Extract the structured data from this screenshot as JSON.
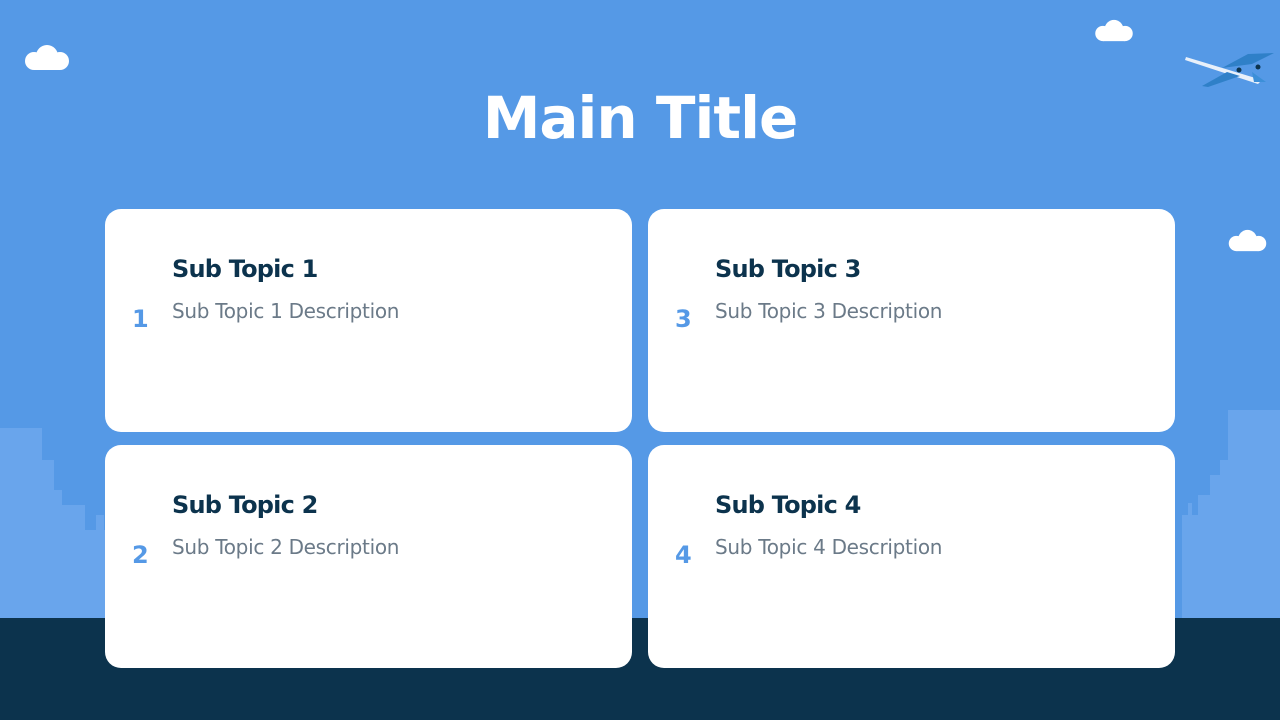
{
  "slide": {
    "title": "Main Title",
    "colors": {
      "sky": "#5599e6",
      "ground": "#0c334d",
      "card": "#ffffff",
      "heading": "#0c334d",
      "number": "#5599e6",
      "description": "#6b7a88"
    },
    "cards": [
      {
        "number": "1",
        "title": "Sub Topic 1",
        "description": "Sub Topic 1 Description"
      },
      {
        "number": "2",
        "title": "Sub Topic 2",
        "description": "Sub Topic 2 Description"
      },
      {
        "number": "3",
        "title": "Sub Topic 3",
        "description": "Sub Topic 3 Description"
      },
      {
        "number": "4",
        "title": "Sub Topic 4",
        "description": "Sub Topic 4 Description"
      }
    ],
    "decorations": [
      "cloud-icon",
      "cloud-icon",
      "cloud-icon",
      "airplane-icon",
      "city-skyline"
    ]
  }
}
